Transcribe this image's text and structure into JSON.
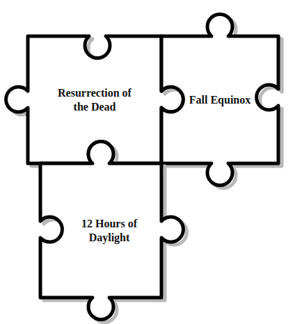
{
  "diagram": {
    "nodes": [
      {
        "text": [
          "Resurrection of the Dead"
        ]
      },
      {
        "text": [
          "Fall Equinox"
        ]
      },
      {
        "text": [
          "12 Hours of Daylight"
        ]
      }
    ]
  }
}
